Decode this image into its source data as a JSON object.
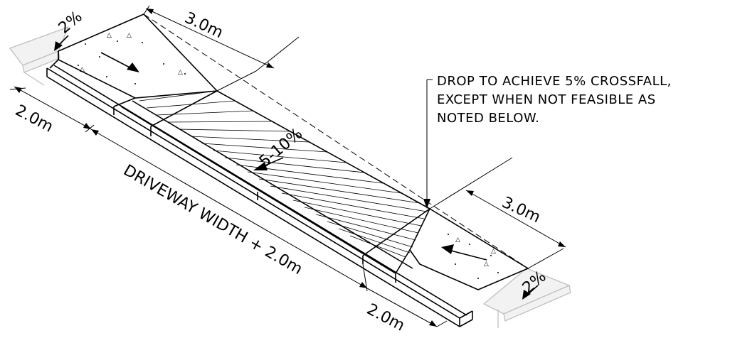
{
  "diagram": {
    "labels": {
      "top_width": "3.0m",
      "right_width": "3.0m",
      "left_flare": "2.0m",
      "right_flare": "2.0m",
      "driveway_width": "DRIVEWAY WIDTH + 2.0m",
      "slope_top": "2%",
      "slope_bottom": "2%",
      "slope_ramp": "5-10%"
    },
    "note": {
      "line1": "DROP TO ACHIEVE 5% CROSSFALL,",
      "line2": "EXCEPT WHEN NOT FEASIBLE AS",
      "line3": "NOTED BELOW."
    }
  }
}
